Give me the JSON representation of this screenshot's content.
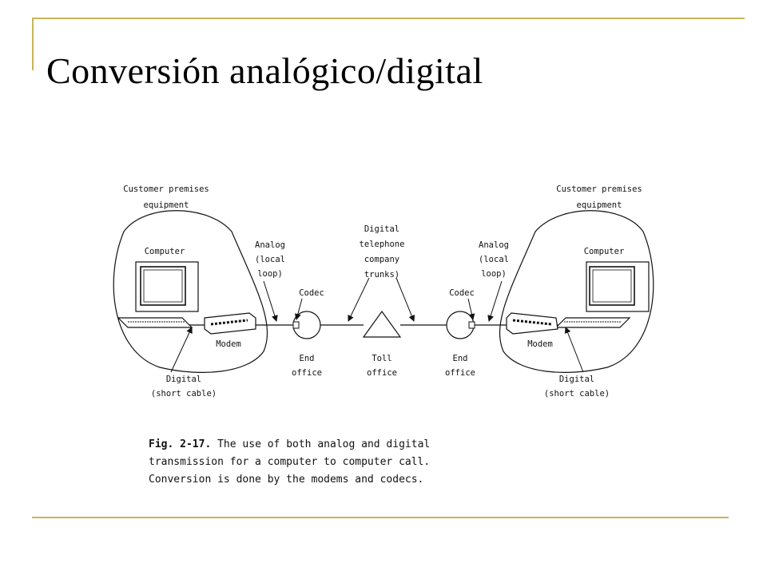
{
  "slide": {
    "title": "Conversión analógico/digital"
  },
  "diagram": {
    "left_premises": [
      "Customer premises",
      "equipment"
    ],
    "right_premises": [
      "Customer premises",
      "equipment"
    ],
    "left_computer": "Computer",
    "right_computer": "Computer",
    "left_modem": "Modem",
    "right_modem": "Modem",
    "left_analog": [
      "Analog",
      "(local",
      "loop)"
    ],
    "right_analog": [
      "Analog",
      "(local",
      "loop)"
    ],
    "trunks": [
      "Digital",
      "telephone",
      "company",
      "trunks)"
    ],
    "left_codec": "Codec",
    "right_codec": "Codec",
    "left_end_office": [
      "End",
      "office"
    ],
    "right_end_office": [
      "End",
      "office"
    ],
    "toll_office": [
      "Toll",
      "office"
    ],
    "left_digital": [
      "Digital",
      "(short cable)"
    ],
    "right_digital": [
      "Digital",
      "(short cable)"
    ]
  },
  "caption": {
    "prefix": "Fig. 2-17.",
    "text": "The use of both analog and digital transmission for a computer to computer call. Conversion is done by the modems and codecs."
  }
}
